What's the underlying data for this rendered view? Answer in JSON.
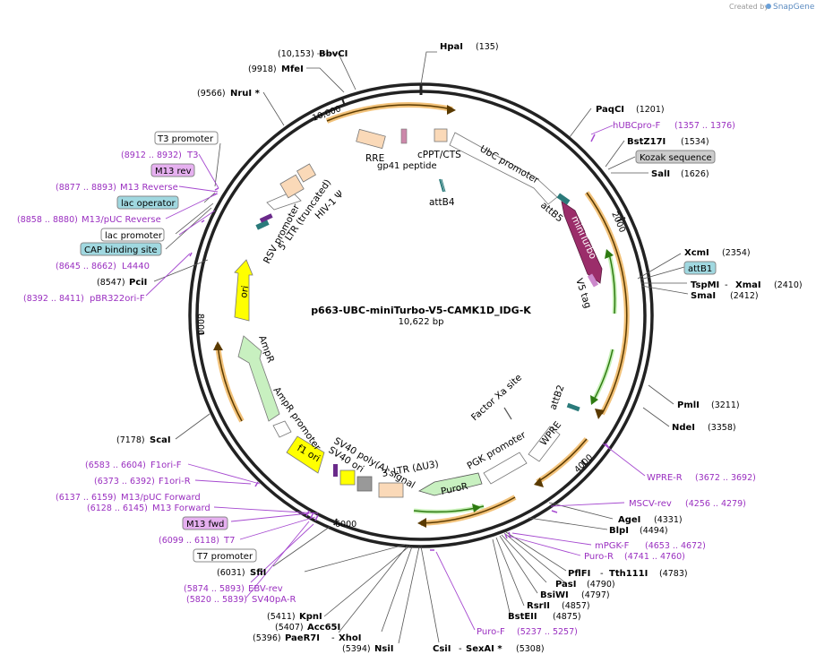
{
  "watermark": {
    "text": "Created by",
    "brand": "SnapGene"
  },
  "plasmid": {
    "name": "p663-UBC-miniTurbo-V5-CAMK1D_IDG-K",
    "size": "10,622 bp"
  },
  "ticks": {
    "t2000": "2000",
    "t4000": "4000",
    "t6000": "6000",
    "t8000": "8000",
    "t10000": "10,000"
  },
  "features": {
    "rre": "RRE",
    "gp41": "gp41 peptide",
    "cppt": "cPPT/CTS",
    "ubc": "UbC promoter",
    "attb4": "attB4",
    "attb5": "attB5",
    "miniturbo": "miniTurbo",
    "v5": "V5 tag",
    "attb2": "attB2",
    "factorxa": "Factor Xa site",
    "wpre": "WPRE",
    "pgk": "PGK promoter",
    "puror": "PuroR",
    "ltr3": "3' LTR (ΔU3)",
    "sv40polya": "SV40 poly(A) signal",
    "sv40ori": "SV40 ori",
    "f1ori": "f1 ori",
    "ampr_prom": "AmpR promoter",
    "ampr": "AmpR",
    "ori": "ori",
    "rsv": "RSV promoter",
    "ltr5": "5' LTR (truncated)",
    "hiv": "HIV-1 Ψ"
  },
  "boxes": {
    "t3": "T3 promoter",
    "m13rev": "M13 rev",
    "lacop": "lac operator",
    "lacprom": "lac promoter",
    "cap": "CAP binding site",
    "kozak": "Kozak sequence",
    "attb1": "attB1",
    "m13fwd": "M13 fwd",
    "t7": "T7 promoter"
  },
  "sites": {
    "hpai": {
      "n": "HpaI",
      "p": "(135)"
    },
    "bbvci": {
      "n": "BbvCI",
      "p": "(10,153)"
    },
    "mfei": {
      "n": "MfeI",
      "p": "(9918)"
    },
    "nrui": {
      "n": "NruI *",
      "p": "(9566)"
    },
    "paqci": {
      "n": "PaqCI",
      "p": "(1201)"
    },
    "bstz17i": {
      "n": "BstZ17I",
      "p": "(1534)"
    },
    "sali": {
      "n": "SalI",
      "p": "(1626)"
    },
    "xcmi": {
      "n": "XcmI",
      "p": "(2354)"
    },
    "tspmi": {
      "n": "TspMI",
      "p": "(2410)"
    },
    "xmai": {
      "n": "XmaI"
    },
    "smai": {
      "n": "SmaI",
      "p": "(2412)"
    },
    "pmli": {
      "n": "PmlI",
      "p": "(3211)"
    },
    "ndei": {
      "n": "NdeI",
      "p": "(3358)"
    },
    "agei": {
      "n": "AgeI",
      "p": "(4331)"
    },
    "blpi": {
      "n": "BlpI",
      "p": "(4494)"
    },
    "pflfi": {
      "n": "PflFI",
      "p": "(4790)"
    },
    "tth111i": {
      "n": "Tth111I",
      "p": "(4783)"
    },
    "pasi": {
      "n": "PasI",
      "p": "(4797)"
    },
    "bsiwi": {
      "n": "BsiWI",
      "p": "(4857)"
    },
    "rsrii": {
      "n": "RsrII",
      "p": "(4875)"
    },
    "bsteii": {
      "n": "BstEII"
    },
    "csii": {
      "n": "CsiI"
    },
    "sexai": {
      "n": "SexAI *",
      "p": "(5308)"
    },
    "nsii": {
      "n": "NsiI",
      "p": "(5394)"
    },
    "paer7i": {
      "n": "PaeR7I",
      "p": "(5396)"
    },
    "xhoi": {
      "n": "XhoI"
    },
    "acc65i": {
      "n": "Acc65I",
      "p": "(5407)"
    },
    "kpni": {
      "n": "KpnI",
      "p": "(5411)"
    },
    "sfii": {
      "n": "SfiI",
      "p": "(6031)"
    },
    "scai": {
      "n": "ScaI",
      "p": "(7178)"
    },
    "pcii": {
      "n": "PciI",
      "p": "(8547)"
    }
  },
  "primers": {
    "hubc": {
      "n": "hUBCpro-F",
      "p": "(1357 .. 1376)"
    },
    "t3": {
      "n": "T3",
      "p": "(8912 .. 8932)"
    },
    "m13reverse": {
      "n": "M13 Reverse",
      "p": "(8877 .. 8893)"
    },
    "m13puc_rev": {
      "n": "M13/pUC Reverse",
      "p": "(8858 .. 8880)"
    },
    "l4440": {
      "n": "L4440",
      "p": "(8645 .. 8662)"
    },
    "pbr322": {
      "n": "pBR322ori-F",
      "p": "(8392 .. 8411)"
    },
    "wprer": {
      "n": "WPRE-R",
      "p": "(3672 .. 3692)"
    },
    "mscv": {
      "n": "MSCV-rev",
      "p": "(4256 .. 4279)"
    },
    "mpgk": {
      "n": "mPGK-F",
      "p": "(4653 .. 4672)"
    },
    "puror": {
      "n": "Puro-R",
      "p": "(4741 .. 4760)"
    },
    "purof": {
      "n": "Puro-F",
      "p": "(5237 .. 5257)"
    },
    "f1orif": {
      "n": "F1ori-F",
      "p": "(6583 .. 6604)"
    },
    "f1orir": {
      "n": "F1ori-R",
      "p": "(6373 .. 6392)"
    },
    "m13puc_fwd": {
      "n": "M13/pUC Forward",
      "p": "(6137 .. 6159)"
    },
    "m13forward": {
      "n": "M13 Forward",
      "p": "(6128 .. 6145)"
    },
    "t7": {
      "n": "T7",
      "p": "(6099 .. 6118)"
    },
    "ebv": {
      "n": "EBV-rev",
      "p": "(5874 .. 5893)"
    },
    "sv40pa": {
      "n": "SV40pA-R",
      "p": "(5820 .. 5839)"
    }
  }
}
